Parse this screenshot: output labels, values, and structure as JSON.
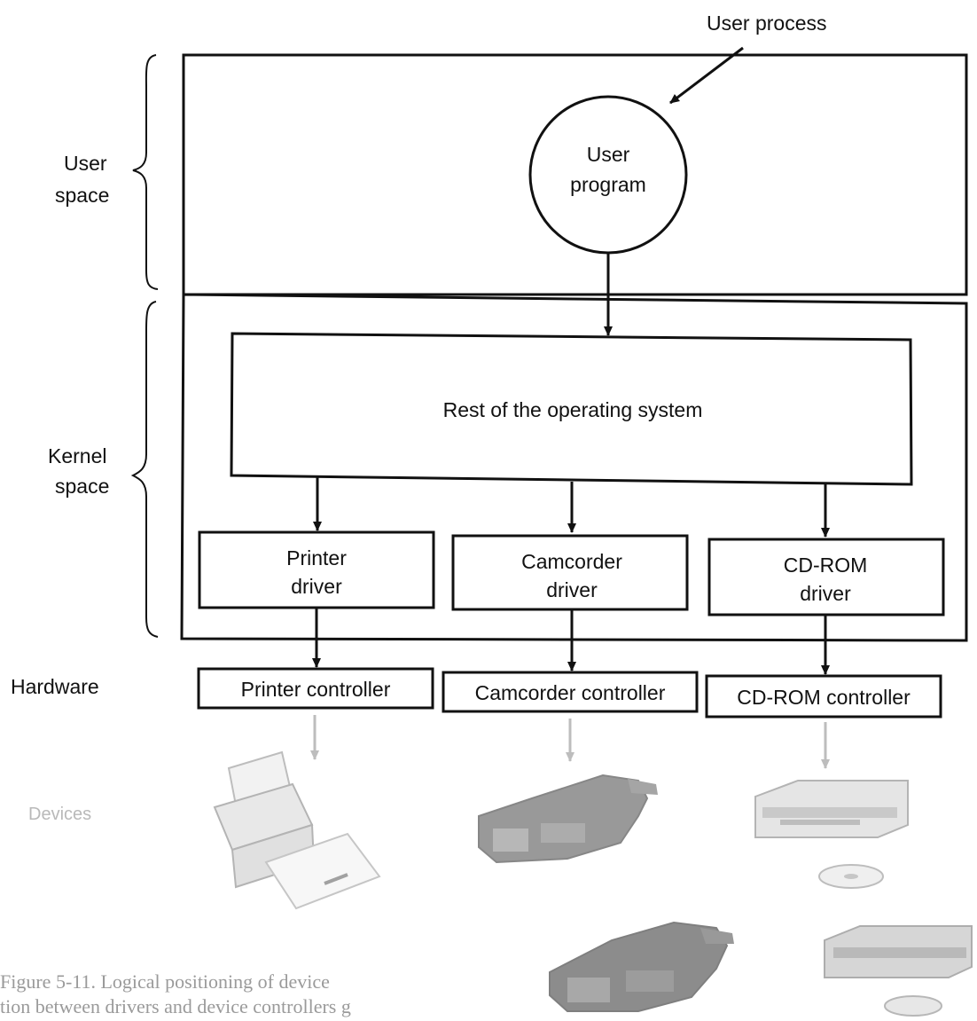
{
  "labels": {
    "user_process": "User process",
    "user_space_1": "User",
    "user_space_2": "space",
    "kernel_space_1": "Kernel",
    "kernel_space_2": "space",
    "hardware": "Hardware",
    "devices": "Devices"
  },
  "user_program": {
    "line1": "User",
    "line2": "program"
  },
  "rest_of_os": "Rest of the operating system",
  "drivers": [
    {
      "line1": "Printer",
      "line2": "driver"
    },
    {
      "line1": "Camcorder",
      "line2": "driver"
    },
    {
      "line1": "CD-ROM",
      "line2": "driver"
    }
  ],
  "controllers": [
    "Printer controller",
    "Camcorder controller",
    "CD-ROM controller"
  ],
  "caption": {
    "line1": "Figure 5-11. Logical positioning of device",
    "line2": "tion between drivers and device controllers g"
  },
  "colors": {
    "ink": "#111111",
    "faded": "#b9b9b9"
  }
}
